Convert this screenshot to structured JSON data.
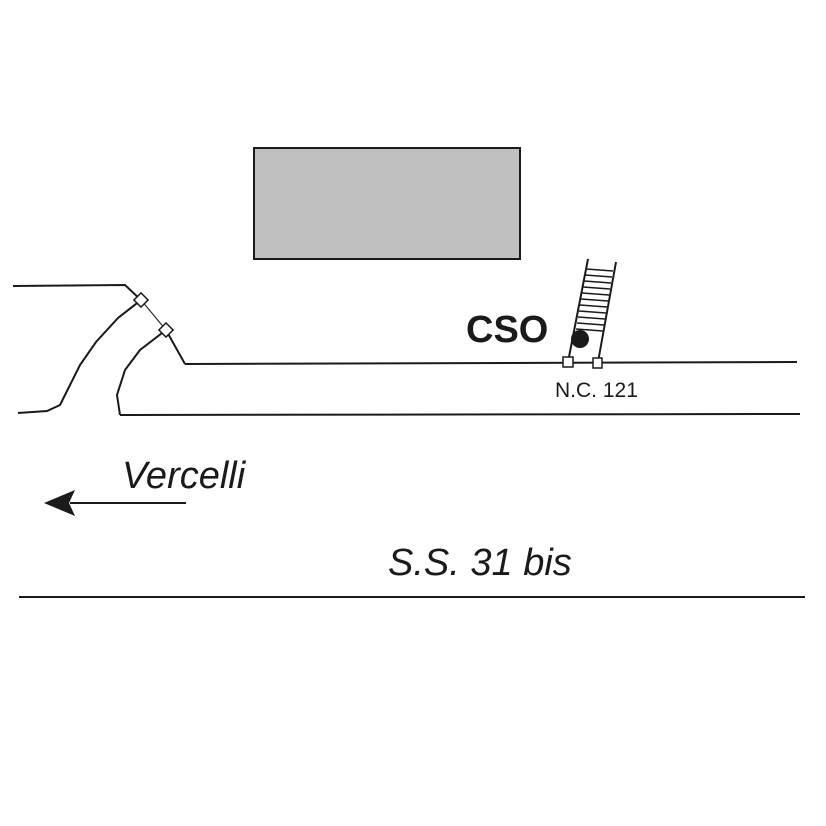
{
  "labels": {
    "cso": "CSO",
    "house_number": "N.C. 121",
    "direction": "Vercelli",
    "road": "S.S. 31 bis"
  },
  "colors": {
    "line": "#1a1a1a",
    "building_fill": "#c0c0c0",
    "background": "#ffffff"
  },
  "icons": {
    "direction_arrow": "arrow-left-icon",
    "cso_marker": "filled-circle-icon"
  }
}
